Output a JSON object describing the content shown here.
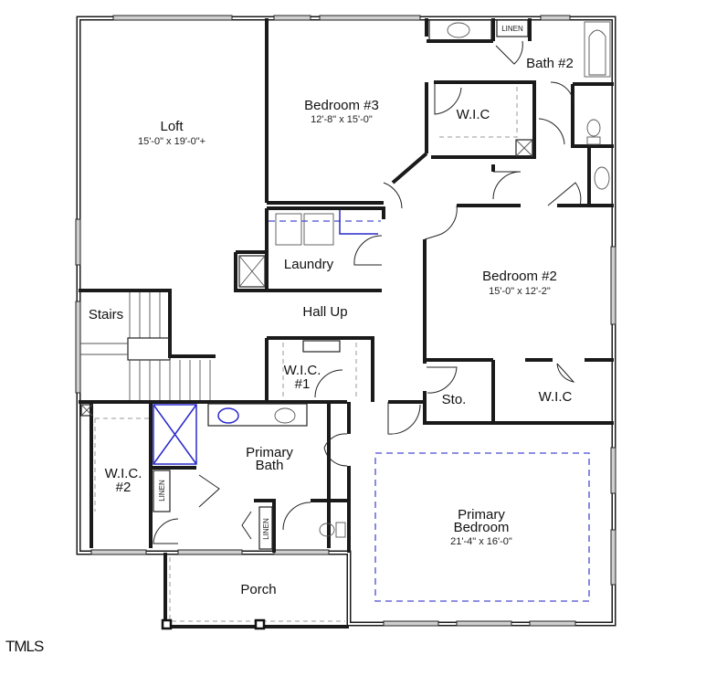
{
  "plan": {
    "rooms": {
      "loft": {
        "name": "Loft",
        "dims": "15'-0\" x 19'-0\"+"
      },
      "bedroom3": {
        "name": "Bedroom #3",
        "dims": "12'-8\" x 15'-0\""
      },
      "bath2": {
        "name": "Bath #2"
      },
      "wic_upper": {
        "name": "W.I.C"
      },
      "linen_upper": {
        "name": "LINEN"
      },
      "laundry": {
        "name": "Laundry"
      },
      "hall": {
        "name": "Hall Up"
      },
      "bedroom2": {
        "name": "Bedroom #2",
        "dims": "15'-0\" x 12'-2\""
      },
      "stairs": {
        "name": "Stairs"
      },
      "wic1": {
        "line1": "W.I.C.",
        "line2": "#1"
      },
      "sto": {
        "name": "Sto."
      },
      "wic_bed2": {
        "name": "W.I.C"
      },
      "wic2": {
        "line1": "W.I.C.",
        "line2": "#2"
      },
      "primary_bath": {
        "line1": "Primary",
        "line2": "Bath"
      },
      "linen_a": {
        "name": "LINEN"
      },
      "linen_b": {
        "name": "LINEN"
      },
      "primary_bedroom": {
        "line1": "Primary",
        "line2": "Bedroom",
        "dims": "21'-4\" x 16'-0\""
      },
      "porch": {
        "name": "Porch"
      }
    },
    "colors": {
      "wall": "#1a1a1a",
      "accent_blue": "#4a4ad0",
      "window_fill": "#cfcfcf"
    }
  },
  "watermark": "TMLS"
}
